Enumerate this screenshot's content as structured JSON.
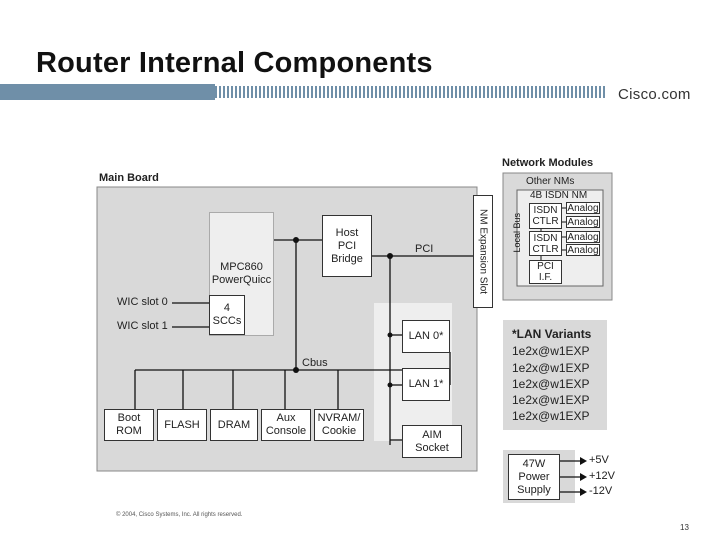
{
  "slide": {
    "title": "Router Internal Components",
    "logo": "Cisco.com",
    "copyright": "© 2004, Cisco Systems, Inc. All rights reserved.",
    "page_number": "13"
  },
  "colors": {
    "band": "#6f8fa8",
    "board": "#d9d9d9",
    "highlight": "#eeeeee"
  },
  "main_board": {
    "label": "Main Board",
    "cpu": "MPC860\nPowerQuicc",
    "sccs": "4\nSCCs",
    "wic_slot_0": "WIC slot 0",
    "wic_slot_1": "WIC slot 1",
    "host_bridge": "Host\nPCI\nBridge",
    "pci_label": "PCI",
    "cbus_label": "Cbus",
    "lan0": "LAN 0*",
    "lan1": "LAN 1*",
    "aim_socket": "AIM\nSocket",
    "nm_slot": "NM Expansion Slot",
    "memory": [
      {
        "name": "boot-rom",
        "label": "Boot\nROM"
      },
      {
        "name": "flash",
        "label": "FLASH"
      },
      {
        "name": "dram",
        "label": "DRAM"
      },
      {
        "name": "aux-console",
        "label": "Aux\nConsole"
      },
      {
        "name": "nvram-cookie",
        "label": "NVRAM/\nCookie"
      }
    ]
  },
  "network_modules": {
    "title": "Network Modules",
    "other": "Other NMs",
    "isdn_nm": "4B ISDN NM",
    "local_bus": "Local Bus",
    "isdn_ctlr": "ISDN\nCTLR",
    "analog": "Analog",
    "pci_if": "PCI\nI.F."
  },
  "lan_variants": {
    "title": "*LAN Variants",
    "items": [
      "1e2x@w1EXP",
      "1e2x@w1EXP",
      "1e2x@w1EXP",
      "1e2x@w1EXP",
      "1e2x@w1EXP"
    ]
  },
  "power_supply": {
    "label": "47W\nPower\nSupply",
    "rails": [
      "+5V",
      "+12V",
      "-12V"
    ]
  }
}
